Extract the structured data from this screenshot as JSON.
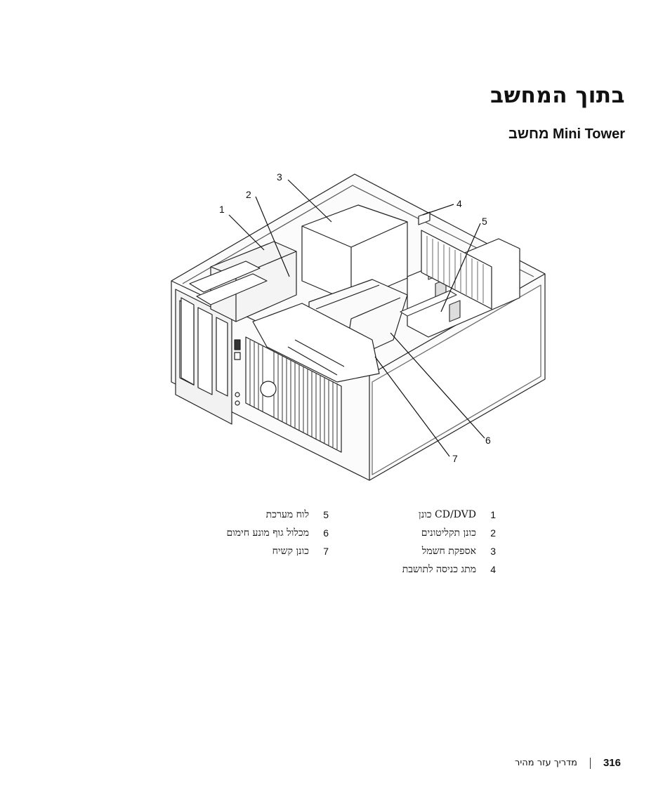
{
  "page": {
    "title": "בתוך המחשב",
    "section_title": "Mini Tower מחשב"
  },
  "figure": {
    "callouts": [
      "1",
      "2",
      "3",
      "4",
      "5",
      "6",
      "7"
    ]
  },
  "legend": {
    "items": [
      {
        "num": "1",
        "label": "CD/DVD כונן"
      },
      {
        "num": "2",
        "label": "כונן תקליטונים"
      },
      {
        "num": "3",
        "label": "אספקת חשמל"
      },
      {
        "num": "4",
        "label": "מתג כניסה לתושבת"
      },
      {
        "num": "5",
        "label": "לוח מערכת"
      },
      {
        "num": "6",
        "label": "מכלול גוף מונע חימום"
      },
      {
        "num": "7",
        "label": "כונן קשיח"
      }
    ]
  },
  "footer": {
    "page_number": "316",
    "guide_title": "מדריך עזר מהיר"
  }
}
